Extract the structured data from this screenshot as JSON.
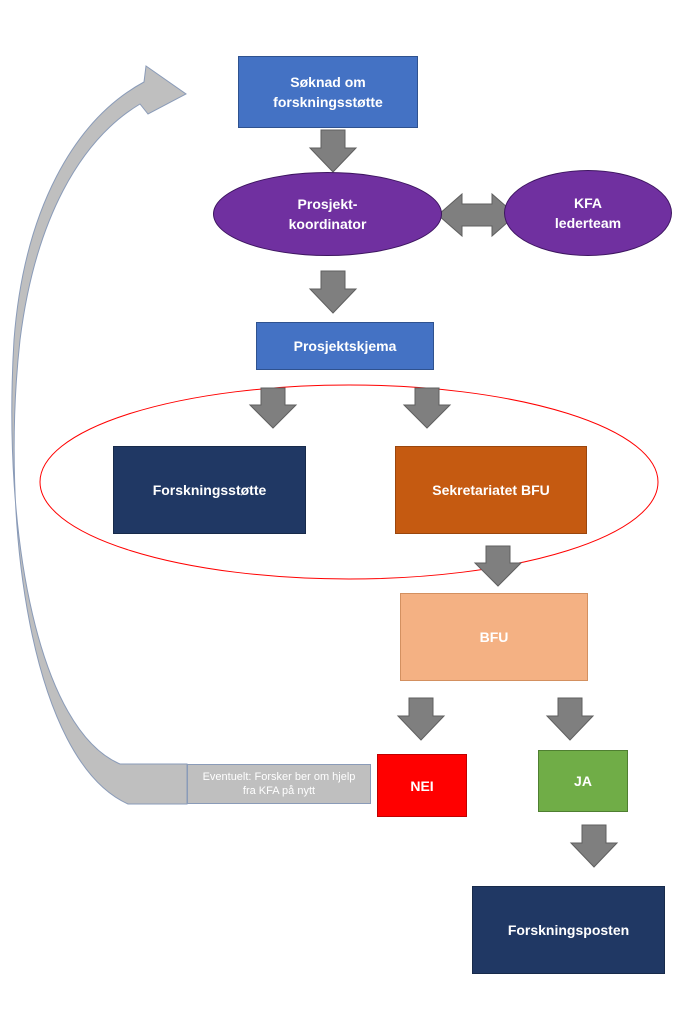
{
  "nodes": {
    "soknad": "Søknad om\nforskningsstøtte",
    "prosjektkoordinator": "Prosjekt-\nkoordinator",
    "kfa_lederteam": "KFA\nlederteam",
    "prosjektskjema": "Prosjektskjema",
    "forskningsstotte": "Forskningsstøtte",
    "sekretariatet_bfu": "Sekretariatet BFU",
    "bfu": "BFU",
    "nei": "NEI",
    "ja": "JA",
    "forskningsposten": "Forskningsposten",
    "eventuelt": "Eventuelt: Forsker ber om hjelp\nfra KFA på nytt"
  },
  "colors": {
    "blue": "#4472c4",
    "purple": "#7030a0",
    "navy": "#203864",
    "orange": "#c55a11",
    "peach": "#f4b183",
    "red": "#ff0000",
    "green": "#70ad47",
    "gray_arrow": "#7f7f7f",
    "light_gray": "#bfbfbf",
    "ellipse_outline": "#ff0000"
  }
}
